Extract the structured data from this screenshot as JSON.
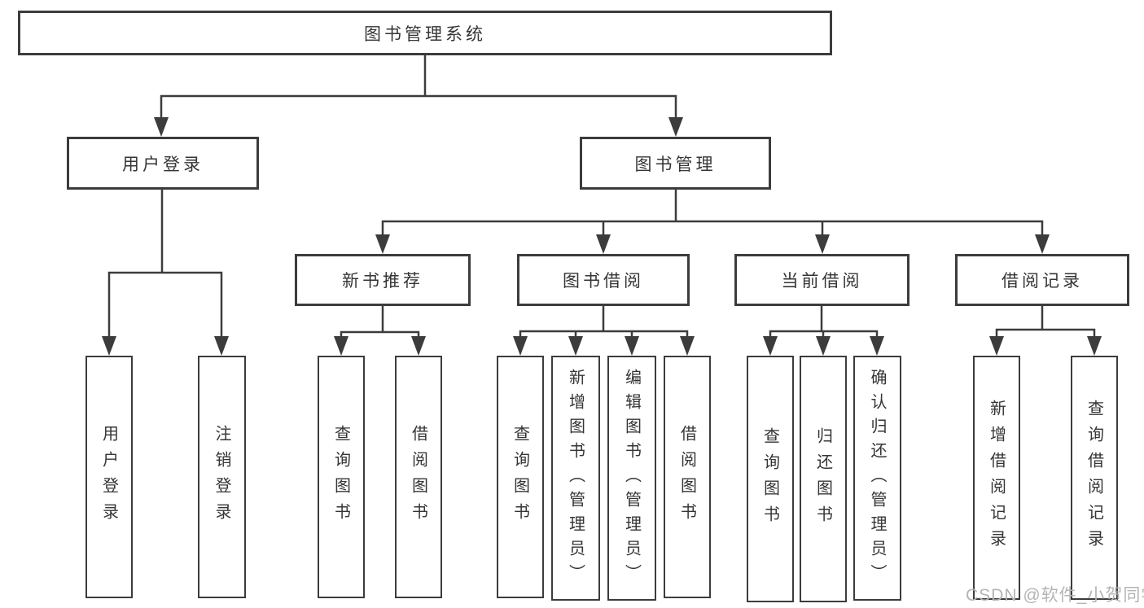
{
  "diagram": {
    "title": "图书管理系统",
    "level2": [
      {
        "label": "用户登录"
      },
      {
        "label": "图书管理"
      }
    ],
    "level3": [
      {
        "label": "新书推荐",
        "parent": "图书管理"
      },
      {
        "label": "图书借阅",
        "parent": "图书管理"
      },
      {
        "label": "当前借阅",
        "parent": "图书管理"
      },
      {
        "label": "借阅记录",
        "parent": "图书管理"
      }
    ],
    "leaves": [
      {
        "label": "用户登录",
        "parent": "用户登录"
      },
      {
        "label": "注销登录",
        "parent": "用户登录"
      },
      {
        "label": "查询图书",
        "parent": "新书推荐"
      },
      {
        "label": "借阅图书",
        "parent": "新书推荐"
      },
      {
        "label": "查询图书",
        "parent": "图书借阅"
      },
      {
        "label": "新增图书（管理员）",
        "parent": "图书借阅"
      },
      {
        "label": "编辑图书（管理员）",
        "parent": "图书借阅"
      },
      {
        "label": "借阅图书",
        "parent": "图书借阅"
      },
      {
        "label": "查询图书",
        "parent": "当前借阅"
      },
      {
        "label": "归还图书",
        "parent": "当前借阅"
      },
      {
        "label": "确认归还（管理员）",
        "parent": "当前借阅"
      },
      {
        "label": "新增借阅记录",
        "parent": "借阅记录"
      },
      {
        "label": "查询借阅记录",
        "parent": "借阅记录"
      }
    ],
    "colors": {
      "line": "#3c3c3c",
      "text": "#353535",
      "background": "#ffffff",
      "watermark": "#b4b4b4"
    }
  },
  "watermark": {
    "text": "CSDN @软件_小贺同学"
  }
}
